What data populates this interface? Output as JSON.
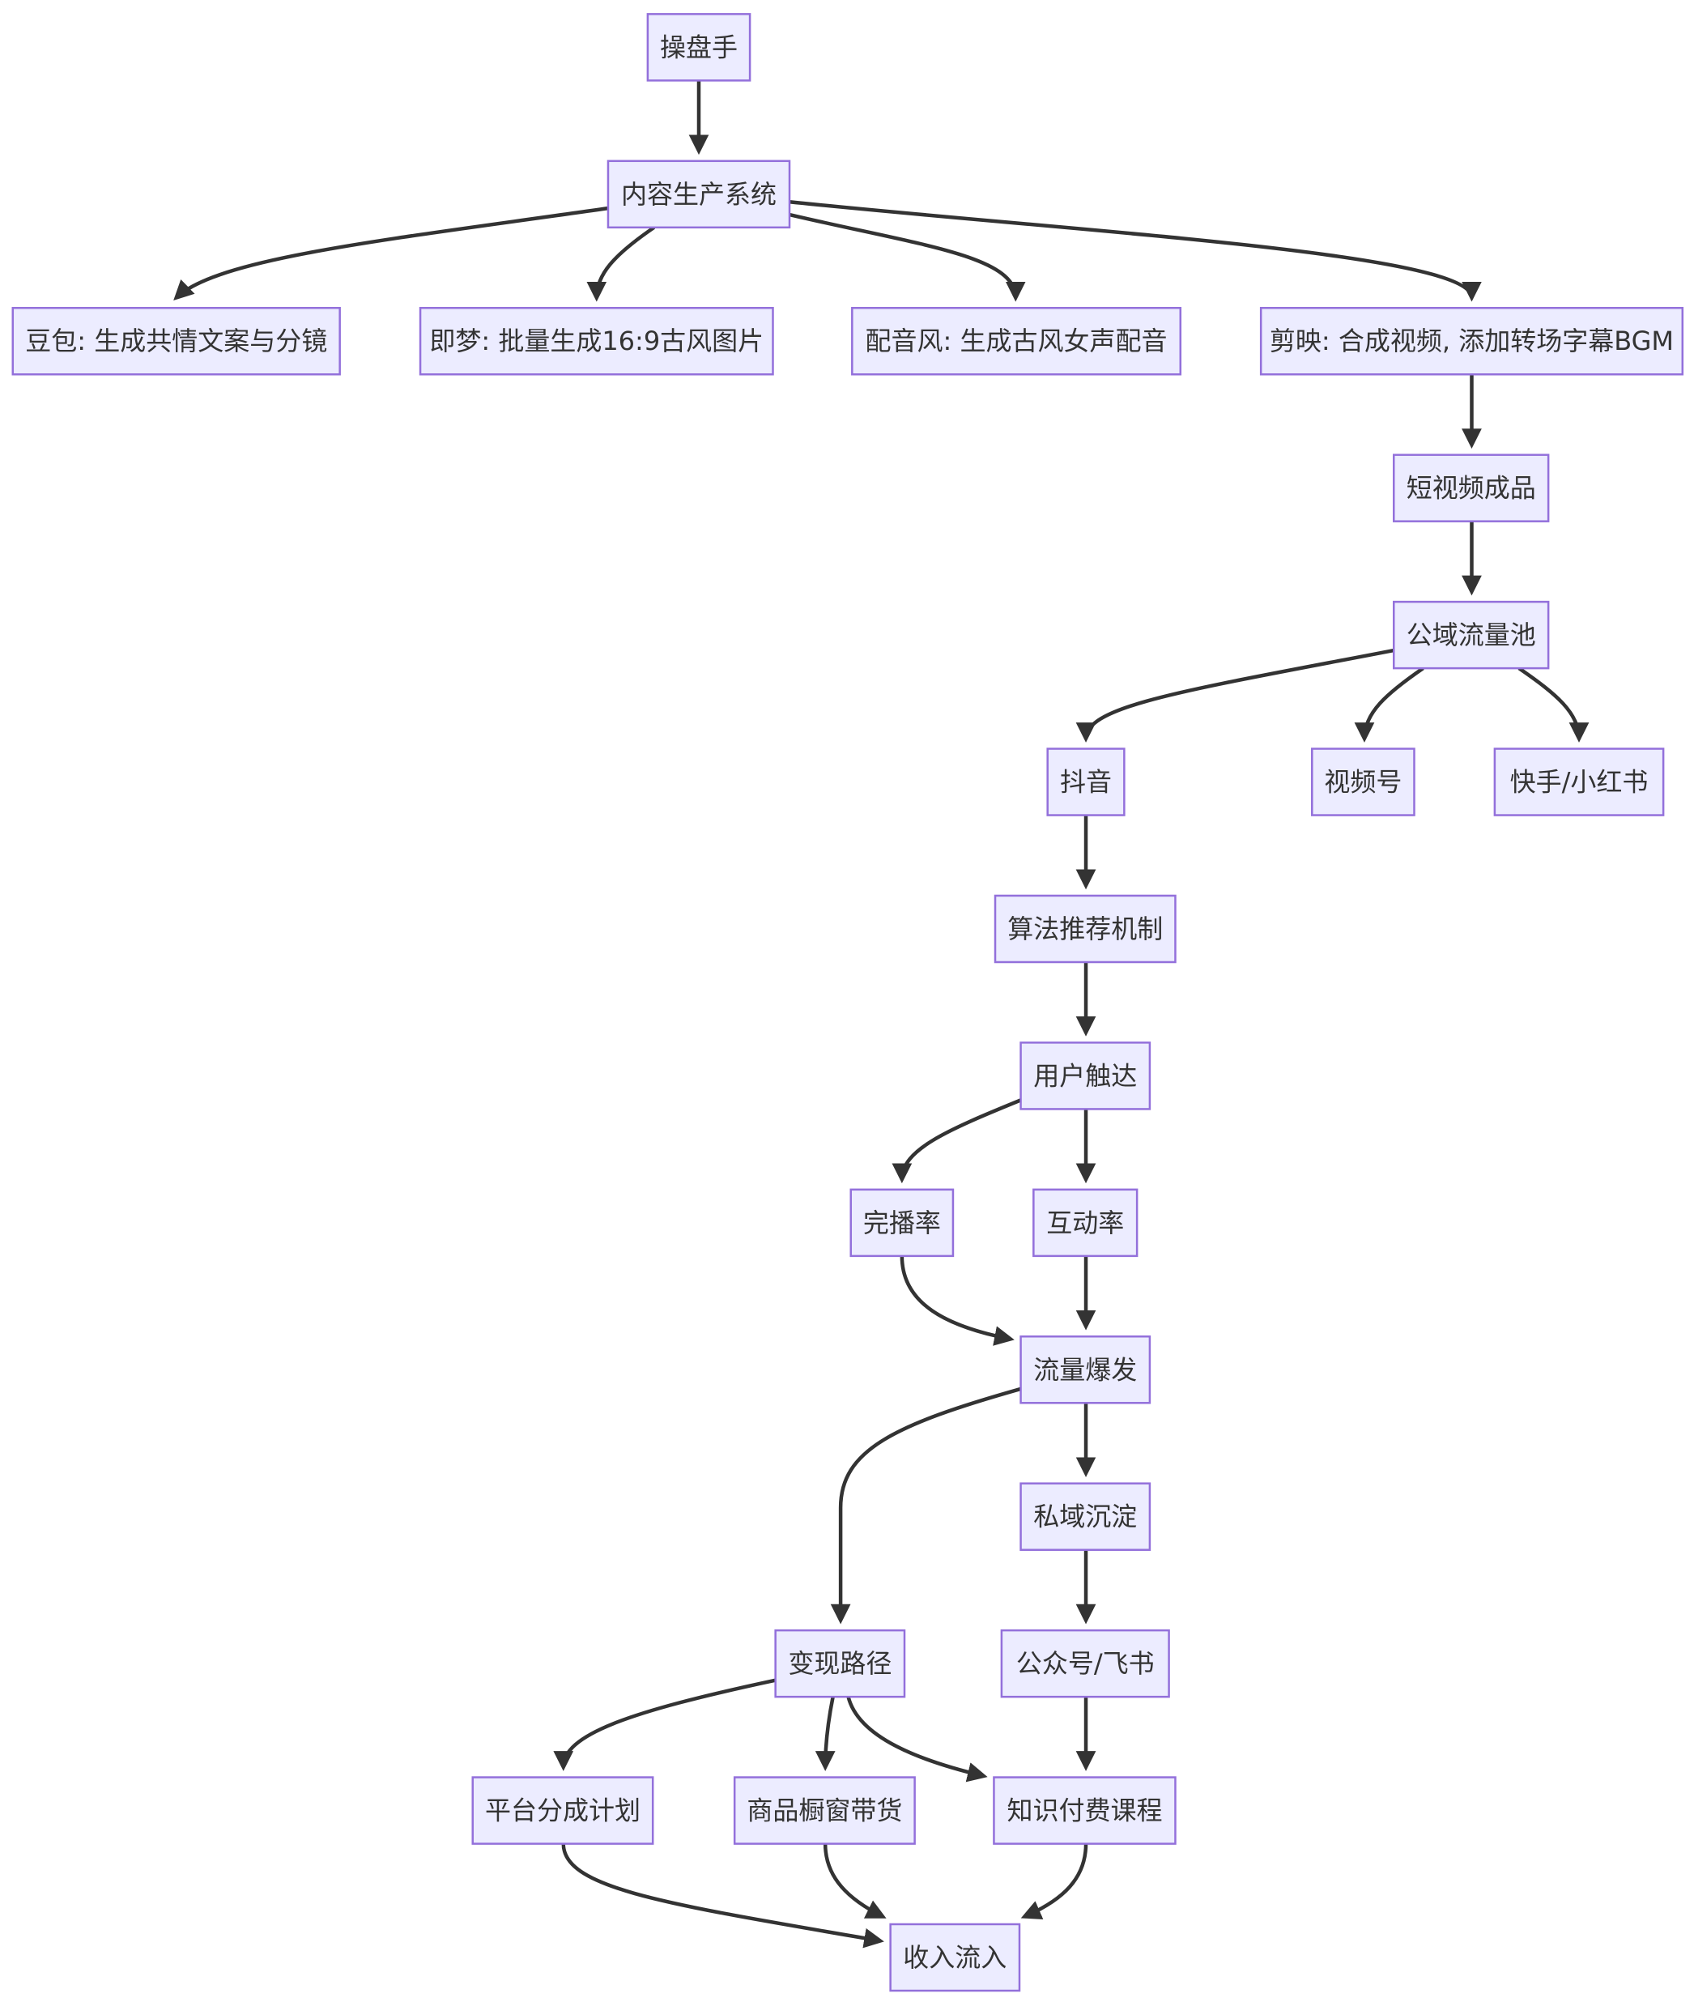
{
  "diagram": {
    "nodes": [
      {
        "id": "operator",
        "label": "操盘手"
      },
      {
        "id": "content_system",
        "label": "内容生产系统"
      },
      {
        "id": "doubao",
        "label": "豆包: 生成共情文案与分镜"
      },
      {
        "id": "jimeng",
        "label": "即梦: 批量生成16:9古风图片"
      },
      {
        "id": "peiyinfeng",
        "label": "配音风: 生成古风女声配音"
      },
      {
        "id": "jianying",
        "label": "剪映: 合成视频, 添加转场字幕BGM"
      },
      {
        "id": "short_video",
        "label": "短视频成品"
      },
      {
        "id": "public_pool",
        "label": "公域流量池"
      },
      {
        "id": "douyin",
        "label": "抖音"
      },
      {
        "id": "shipinhao",
        "label": "视频号"
      },
      {
        "id": "kuaishou_xhs",
        "label": "快手/小红书"
      },
      {
        "id": "algorithm",
        "label": "算法推荐机制"
      },
      {
        "id": "user_reach",
        "label": "用户触达"
      },
      {
        "id": "completion_rate",
        "label": "完播率"
      },
      {
        "id": "interaction_rate",
        "label": "互动率"
      },
      {
        "id": "traffic_burst",
        "label": "流量爆发"
      },
      {
        "id": "private_domain",
        "label": "私域沉淀"
      },
      {
        "id": "gzh_feishu",
        "label": "公众号/飞书"
      },
      {
        "id": "monetization",
        "label": "变现路径"
      },
      {
        "id": "platform_share",
        "label": "平台分成计划"
      },
      {
        "id": "product_window",
        "label": "商品橱窗带货"
      },
      {
        "id": "paid_course",
        "label": "知识付费课程"
      },
      {
        "id": "revenue",
        "label": "收入流入"
      }
    ],
    "edges": [
      {
        "from": "operator",
        "to": "content_system"
      },
      {
        "from": "content_system",
        "to": "doubao"
      },
      {
        "from": "content_system",
        "to": "jimeng"
      },
      {
        "from": "content_system",
        "to": "peiyinfeng"
      },
      {
        "from": "content_system",
        "to": "jianying"
      },
      {
        "from": "jianying",
        "to": "short_video"
      },
      {
        "from": "short_video",
        "to": "public_pool"
      },
      {
        "from": "public_pool",
        "to": "douyin"
      },
      {
        "from": "public_pool",
        "to": "shipinhao"
      },
      {
        "from": "public_pool",
        "to": "kuaishou_xhs"
      },
      {
        "from": "douyin",
        "to": "algorithm"
      },
      {
        "from": "algorithm",
        "to": "user_reach"
      },
      {
        "from": "user_reach",
        "to": "completion_rate"
      },
      {
        "from": "user_reach",
        "to": "interaction_rate"
      },
      {
        "from": "completion_rate",
        "to": "traffic_burst"
      },
      {
        "from": "interaction_rate",
        "to": "traffic_burst"
      },
      {
        "from": "traffic_burst",
        "to": "monetization"
      },
      {
        "from": "traffic_burst",
        "to": "private_domain"
      },
      {
        "from": "private_domain",
        "to": "gzh_feishu"
      },
      {
        "from": "monetization",
        "to": "platform_share"
      },
      {
        "from": "monetization",
        "to": "product_window"
      },
      {
        "from": "monetization",
        "to": "paid_course"
      },
      {
        "from": "gzh_feishu",
        "to": "paid_course"
      },
      {
        "from": "platform_share",
        "to": "revenue"
      },
      {
        "from": "product_window",
        "to": "revenue"
      },
      {
        "from": "paid_course",
        "to": "revenue"
      }
    ]
  }
}
